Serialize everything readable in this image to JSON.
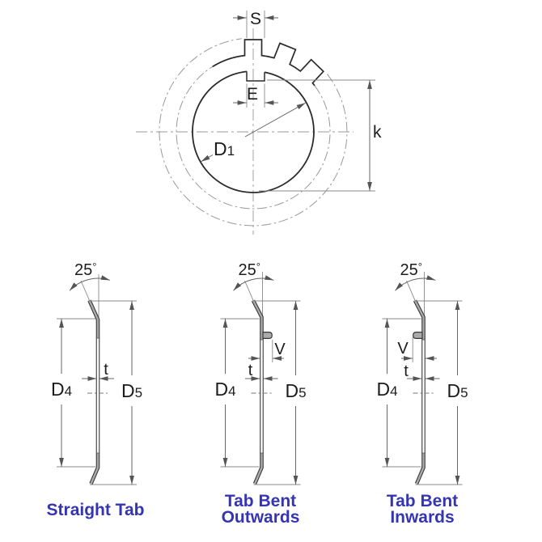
{
  "front_view": {
    "labels": {
      "tab_width": "S",
      "slot_width": "E",
      "bore_diameter_letter": "D",
      "bore_diameter_digit": "1",
      "tab_reach": "k"
    }
  },
  "side_views": {
    "shared_labels": {
      "bend_angle": "25",
      "degree_mark": "°",
      "diameter_letter": "D",
      "d4_digit": "4",
      "d5_digit": "5",
      "thickness": "t",
      "tab_offset": "V"
    },
    "views": [
      {
        "id": "straight-tab",
        "caption": [
          "Straight Tab",
          ""
        ]
      },
      {
        "id": "tab-bent-outwards",
        "caption": [
          "Tab Bent",
          "Outwards"
        ]
      },
      {
        "id": "tab-bent-inwards",
        "caption": [
          "Tab Bent",
          "Inwards"
        ]
      }
    ]
  },
  "colors": {
    "background": "#ffffff",
    "caption_text": "#3535b2",
    "solid_line": "#2b2b2b",
    "dimension_line": "#666666",
    "phantom_line": "#999999",
    "section_fill": "#ababab"
  }
}
